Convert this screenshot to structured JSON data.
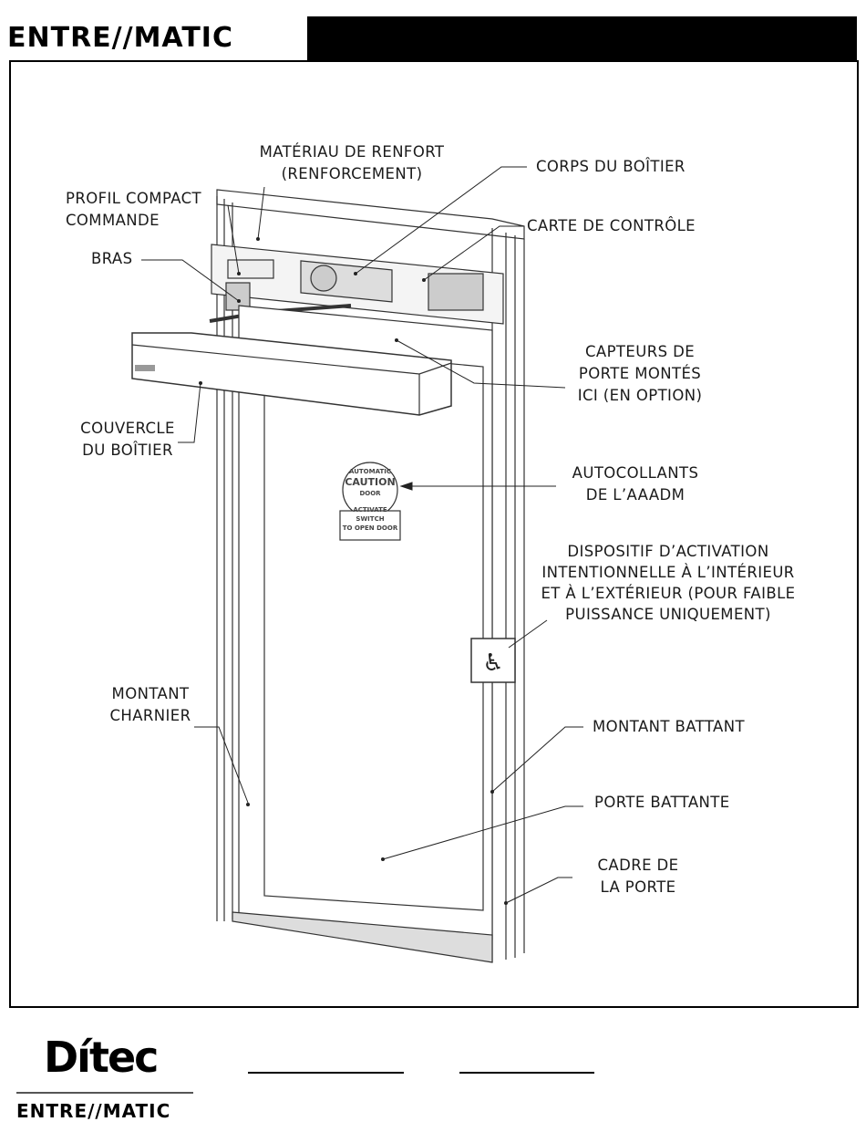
{
  "header": {
    "brand": "ENTRE//MATIC"
  },
  "labels": {
    "reinforcement": [
      "MATÉRIAU DE RENFORT",
      "(RENFORCEMENT)"
    ],
    "compact_profile": [
      "PROFIL COMPACT",
      "COMMANDE"
    ],
    "arm": "BRAS",
    "housing_body": "CORPS DU BOÎTIER",
    "control_board": "CARTE DE CONTRÔLE",
    "sensors": [
      "CAPTEURS DE",
      "PORTE MONTÉS",
      "ICI (EN OPTION)"
    ],
    "cover": [
      "COUVERCLE",
      "DU BOÎTIER"
    ],
    "stickers": [
      "AUTOCOLLANTS",
      "DE L’AAADM"
    ],
    "activation": [
      "DISPOSITIF D’ACTIVATION",
      "INTENTIONNELLE À L’INTÉRIEUR",
      "ET À L’EXTÉRIEUR (POUR FAIBLE",
      "PUISSANCE UNIQUEMENT)"
    ],
    "hinge_stile": [
      "MONTANT",
      "CHARNIER"
    ],
    "lock_stile": "MONTANT BATTANT",
    "swing_door": "PORTE BATTANTE",
    "door_frame": [
      "CADRE DE",
      "LA PORTE"
    ]
  },
  "sticker": {
    "line1": "AUTOMATIC",
    "line2": "CAUTION",
    "line3": "DOOR",
    "line4": "ACTIVATE SWITCH",
    "line5": "TO OPEN DOOR"
  },
  "footer": {
    "brand_top": "Dítec",
    "brand_bottom": "ENTRE//MATIC"
  },
  "colors": {
    "ink": "#000000",
    "line": "#555555"
  }
}
